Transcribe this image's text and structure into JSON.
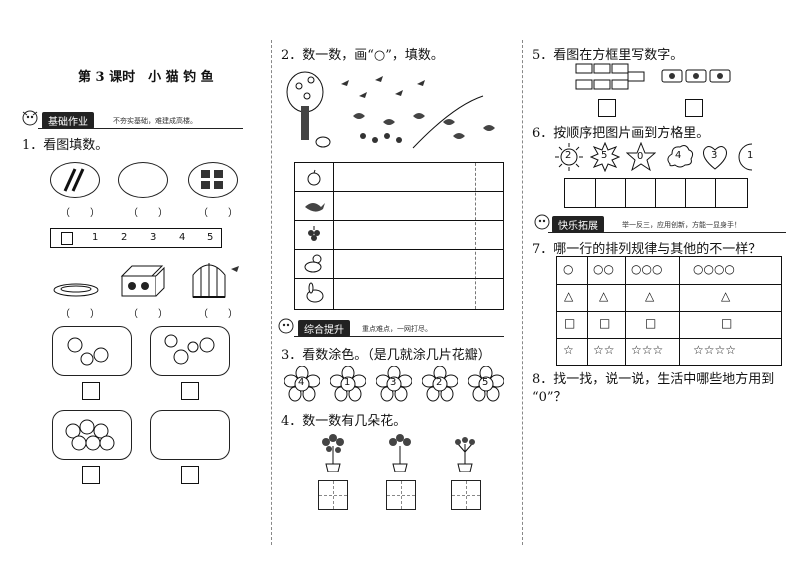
{
  "lesson_title": "第 3 课时　小 猫 钓 鱼",
  "left": {
    "section_label": "基础作业",
    "section_sub": "不夯实基础，难建成高楼。",
    "q1": "1．看图填数。",
    "paren": "（　　）",
    "ruler_ticks": [
      "1",
      "2",
      "3",
      "4",
      "5"
    ]
  },
  "middle": {
    "q2": "2．数一数，画“○”，填数。",
    "section_label": "综合提升",
    "section_sub": "重点难点，一网打尽。",
    "q3": "3．看数涂色。（是几就涂几片花瓣）",
    "flower_numbers": [
      "4",
      "1",
      "3",
      "2",
      "5"
    ],
    "q4": "4．数一数有几朵花。"
  },
  "right": {
    "q5": "5．看图在方框里写数字。",
    "q6": "6．按顺序把图片画到方格里。",
    "shape_numbers": [
      "2",
      "5",
      "0",
      "4",
      "3",
      "1"
    ],
    "section_label": "快乐拓展",
    "section_sub": "举一反三，应用创新，方能一显身手！",
    "q7": "7．哪一行的排列规律与其他的不一样？",
    "q7_rows": [
      [
        "○",
        "○○",
        "○○○",
        "○○○○"
      ],
      [
        "△",
        "△",
        "△",
        "△"
      ],
      [
        "□",
        "□",
        "□",
        "□"
      ],
      [
        "☆",
        "☆☆",
        "☆☆☆",
        "☆☆☆☆"
      ]
    ],
    "q8_line1": "8．找一找，说一说，生活中哪些地方用到",
    "q8_line2": "“0”？"
  }
}
